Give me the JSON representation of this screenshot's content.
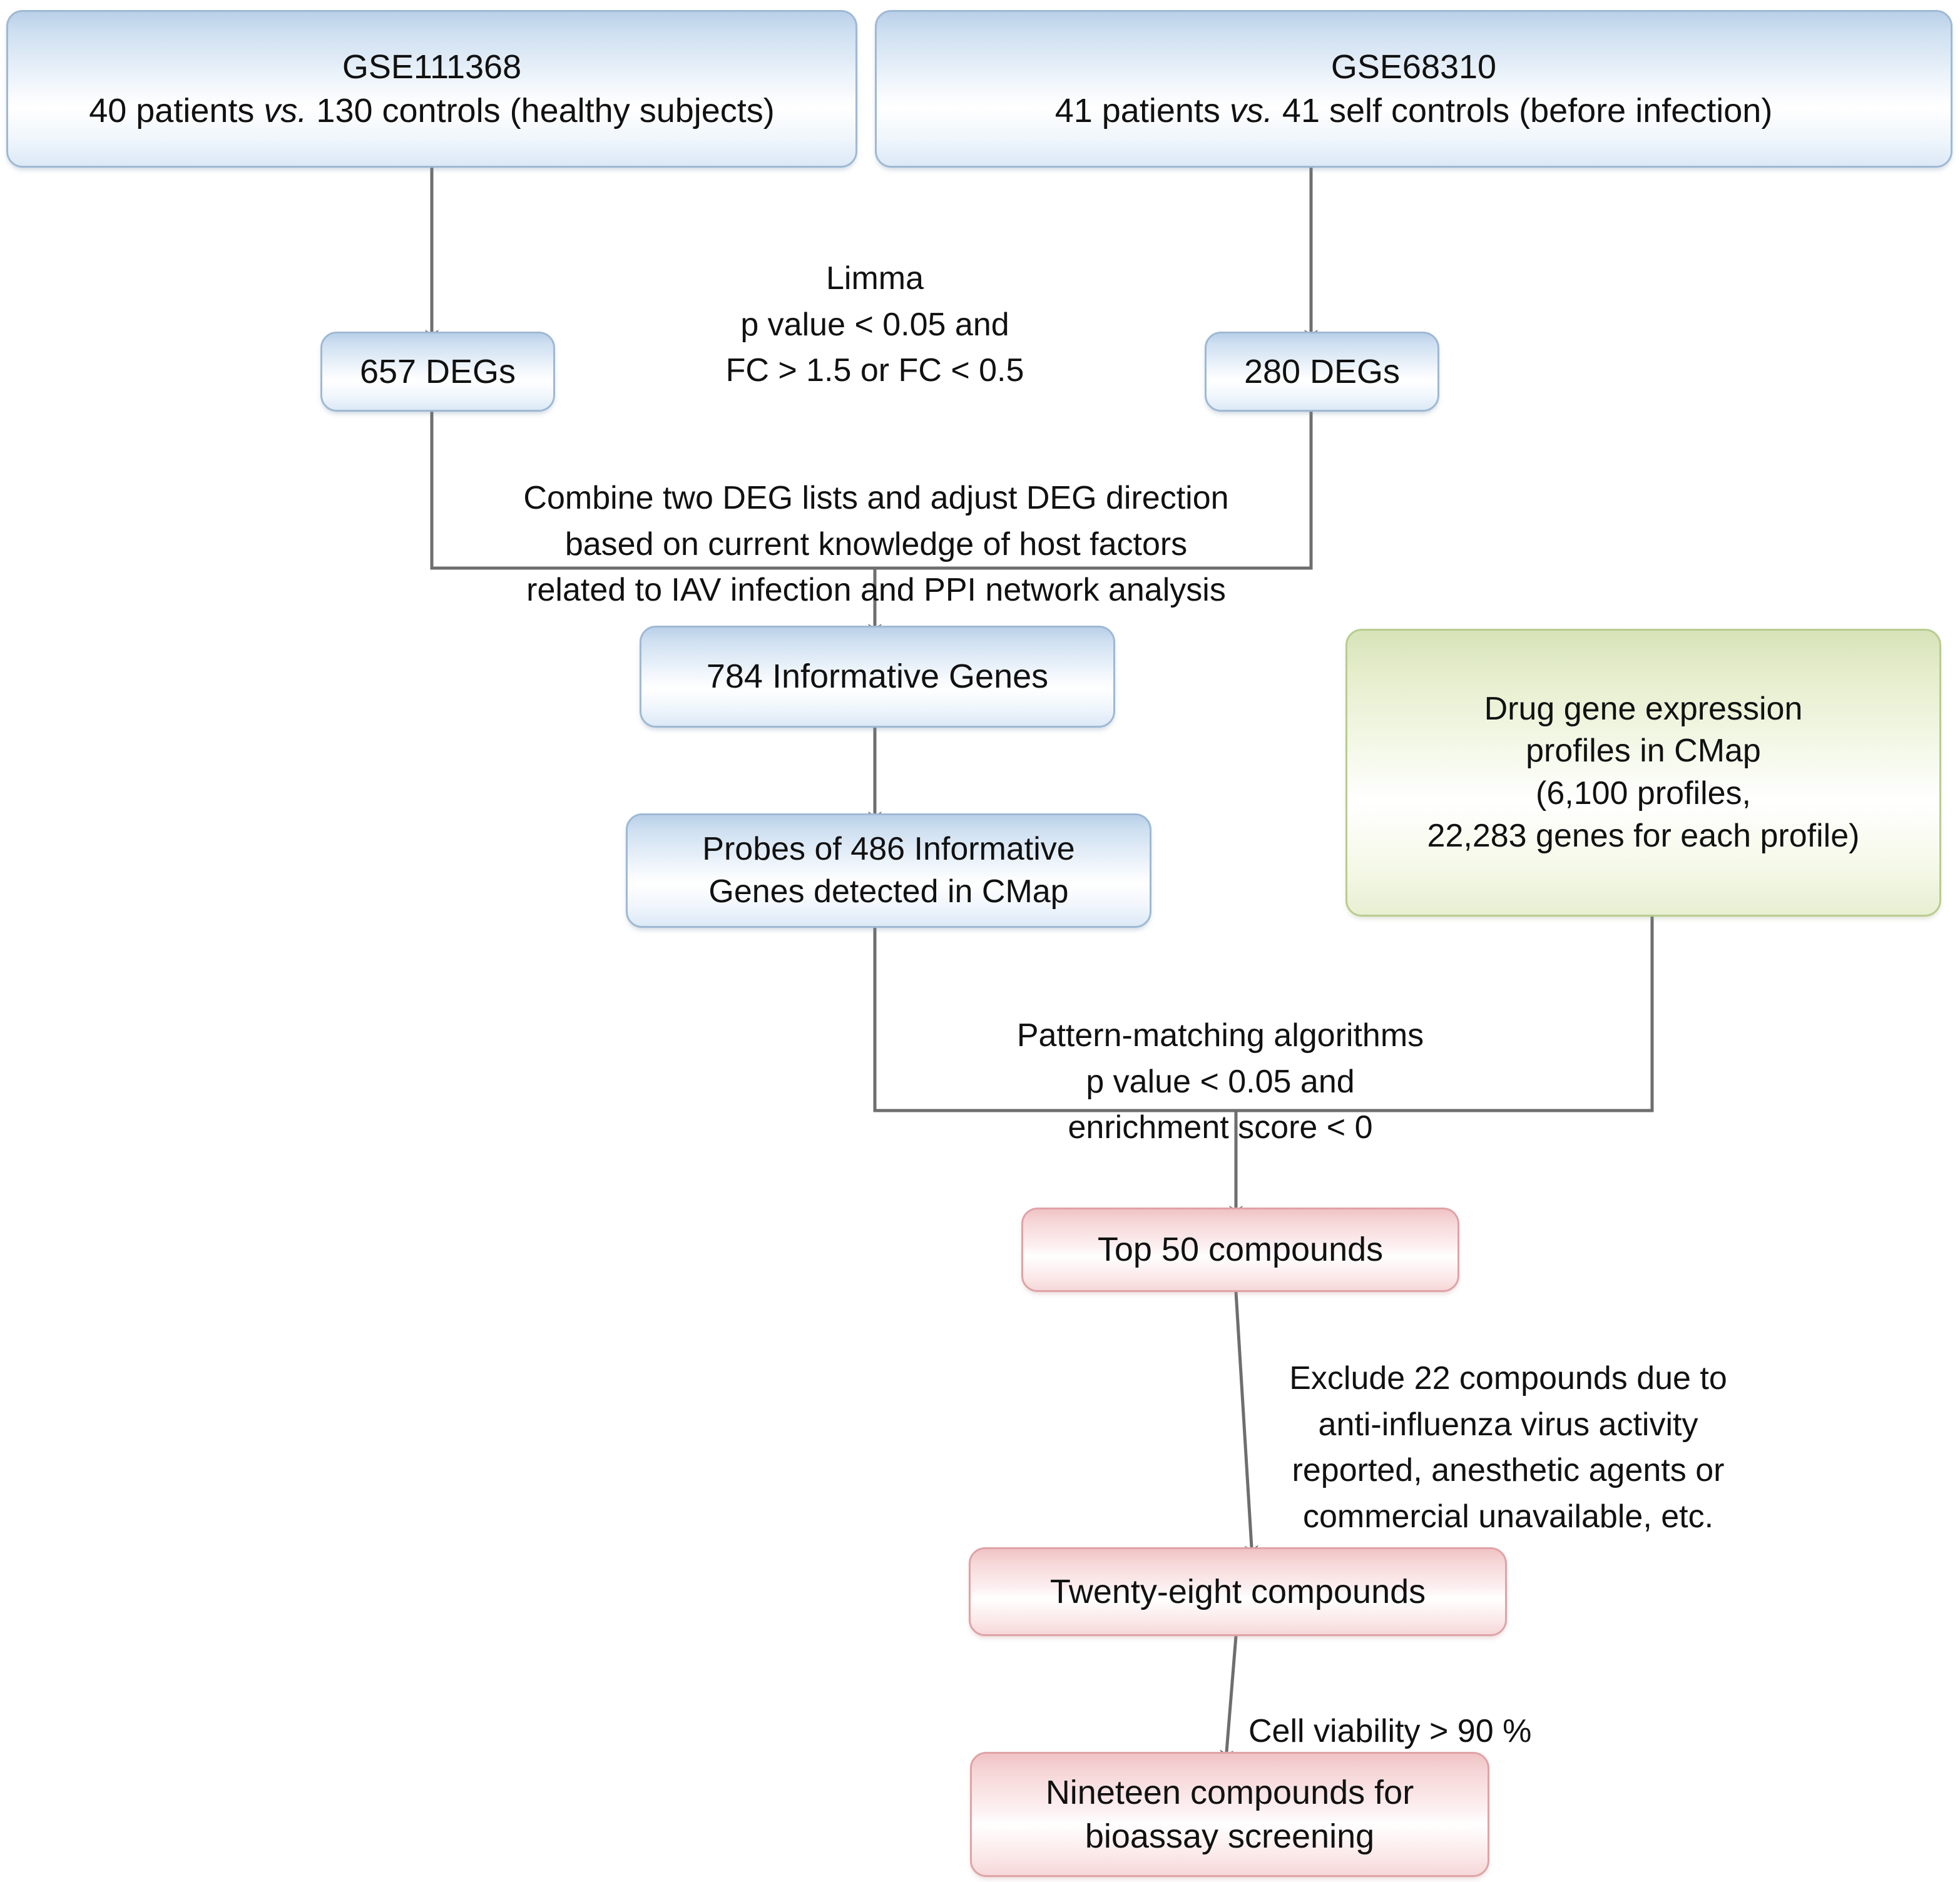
{
  "diagram": {
    "title": "Drug repurposing workflow for influenza A virus",
    "colors": {
      "blue_fill": "#d7e6f5",
      "blue_border": "#9fb9d4",
      "green_fill": "#e6eecd",
      "green_border": "#b9cc8f",
      "pink_fill": "#f6d7d8",
      "pink_border": "#dfa3a6",
      "connector": "#6e6e6e",
      "text": "#111111",
      "background": "#ffffff"
    },
    "nodes": {
      "dataset_left": {
        "id": "GSE111368",
        "line1": "GSE111368",
        "line2_pre": "40 patients ",
        "line2_em": "vs.",
        "line2_post": " 130 controls (healthy subjects)"
      },
      "dataset_right": {
        "id": "GSE68310",
        "line1": "GSE68310",
        "line2_pre": "41 patients ",
        "line2_em": "vs.",
        "line2_post": " 41 self controls (before infection)"
      },
      "degs_left": {
        "label": "657 DEGs"
      },
      "degs_right": {
        "label": "280 DEGs"
      },
      "informative_genes": {
        "label": "784 Informative Genes"
      },
      "probes": {
        "label": "Probes of 486 Informative\nGenes detected in CMap"
      },
      "cmap": {
        "label": "Drug gene expression\nprofiles in CMap\n(6,100 profiles,\n22,283 genes for each profile)"
      },
      "top50": {
        "label": "Top 50 compounds"
      },
      "twenty_eight": {
        "label": "Twenty-eight compounds"
      },
      "nineteen": {
        "label": "Nineteen compounds for\nbioassay screening"
      }
    },
    "edge_labels": {
      "limma": "Limma\np value < 0.05 and\nFC > 1.5 or FC < 0.5",
      "combine": "Combine two DEG lists and adjust DEG direction\nbased on current knowledge of host factors\nrelated to IAV infection and PPI network analysis",
      "pattern_matching": "Pattern-matching algorithms\np value < 0.05 and\nenrichment score < 0",
      "exclude": "Exclude 22 compounds due to\nanti-influenza virus activity\nreported, anesthetic agents or\ncommercial unavailable, etc.",
      "viability": "Cell viability > 90 %"
    }
  }
}
